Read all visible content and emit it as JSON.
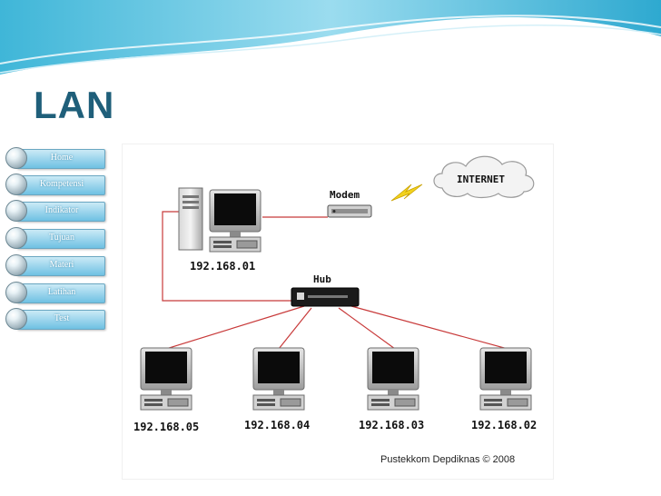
{
  "slide": {
    "title": "LAN"
  },
  "nav": {
    "items": [
      {
        "label": "Home"
      },
      {
        "label": "Kompetensi"
      },
      {
        "label": "Indikator"
      },
      {
        "label": "Tujuan"
      },
      {
        "label": "Materi"
      },
      {
        "label": "Latihan"
      },
      {
        "label": "Test"
      }
    ]
  },
  "diagram": {
    "server": {
      "ip": "192.168.01"
    },
    "modem": {
      "label": "Modem"
    },
    "internet": {
      "label": "INTERNET"
    },
    "hub": {
      "label": "Hub"
    },
    "clients": [
      {
        "ip": "192.168.05"
      },
      {
        "ip": "192.168.04"
      },
      {
        "ip": "192.168.03"
      },
      {
        "ip": "192.168.02"
      }
    ],
    "credit": "Pustekkom Depdiknas © 2008",
    "link_color": "#c83a3a"
  },
  "theme": {
    "accent": "#1f5f7a",
    "nav_bar": "#6fc1e3"
  }
}
